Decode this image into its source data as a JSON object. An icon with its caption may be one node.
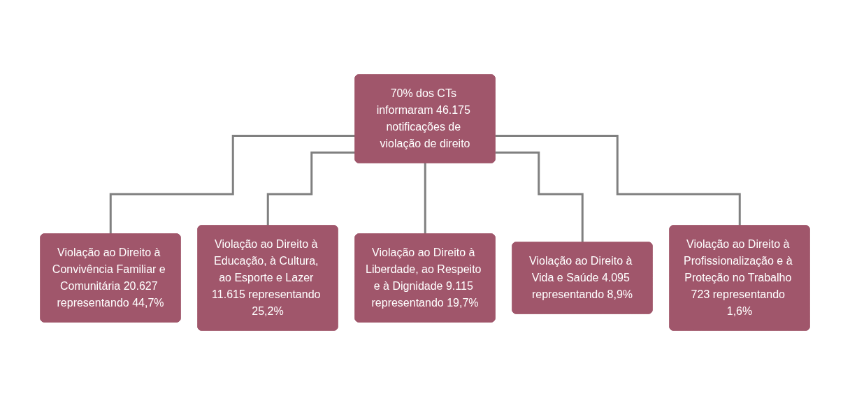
{
  "diagram": {
    "nodes": [
      {
        "text": [
          "70% dos CTs informaram 46.175 notificações de violação de direito"
        ]
      },
      {
        "text": [
          "Violação ao Direito à Convivência Familiar e Comunitária 20.627 representando 44,7%"
        ]
      },
      {
        "text": [
          "Violação ao Direito à Educação, à Cultura, ao Esporte e Lazer 11.615 representando 25,2%"
        ]
      },
      {
        "text": [
          "Violação ao Direito à Liberdade, ao Respeito e à Dignidade 9.115 representando 19,7%"
        ]
      },
      {
        "text": [
          "Violação ao Direito à Vida e Saúde 4.095 representando 8,9%"
        ]
      },
      {
        "text": [
          "Violação ao Direito à Profissionalização e à Proteção no Trabalho 723 representando 1,6%"
        ]
      }
    ],
    "edges": [
      {
        "from": 0,
        "to": 1,
        "arrow": "none"
      },
      {
        "from": 0,
        "to": 2,
        "arrow": "none"
      },
      {
        "from": 0,
        "to": 3,
        "arrow": "none"
      },
      {
        "from": 0,
        "to": 4,
        "arrow": "none"
      },
      {
        "from": 0,
        "to": 5,
        "arrow": "none"
      }
    ]
  }
}
